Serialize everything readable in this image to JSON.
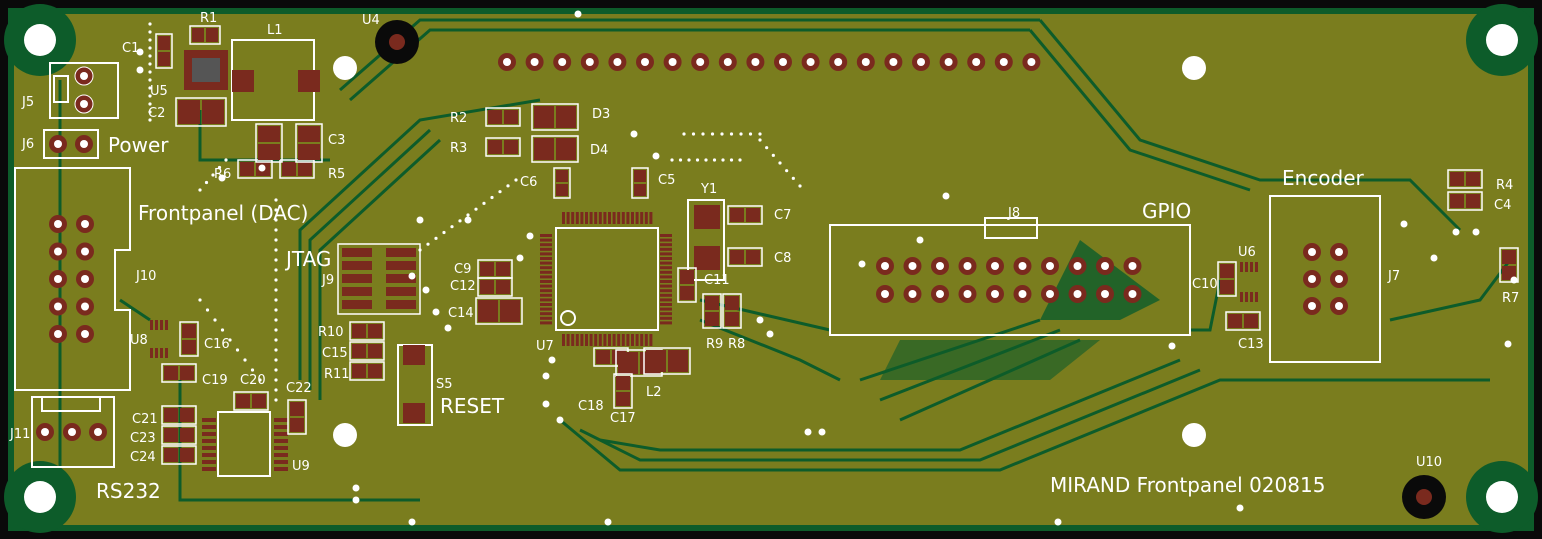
{
  "board": {
    "colors": {
      "pcb_edge": "#0a0a0a",
      "pour": "#7a7d1e",
      "trace": "#888a26",
      "clearance": "#0d5c2a",
      "pad": "#7a2a1e",
      "silk": "#ffffff",
      "hole": "#ffffff"
    },
    "section_labels": {
      "power": "Power",
      "frontpanel_dac": "Frontpanel (DAC)",
      "jtag": "JTAG",
      "reset": "RESET",
      "gpio": "GPIO",
      "encoder": "Encoder",
      "rs232": "RS232",
      "board_title": "MIRAND Frontpanel 020815"
    },
    "designators": {
      "r1": "R1",
      "l1": "L1",
      "u4": "U4",
      "c1": "C1",
      "u5": "U5",
      "c2": "C2",
      "j5": "J5",
      "j6": "J6",
      "c3": "C3",
      "r6": "R6",
      "r5": "R5",
      "r2": "R2",
      "r3": "R3",
      "d3": "D3",
      "d4": "D4",
      "c6": "C6",
      "c5": "C5",
      "y1": "Y1",
      "c7": "C7",
      "c8": "C8",
      "c11": "C11",
      "r9": "R9",
      "r8": "R8",
      "j8": "J8",
      "j9": "J9",
      "j10": "J10",
      "c9": "C9",
      "c12": "C12",
      "c14": "C14",
      "r10": "R10",
      "c15": "C15",
      "r11": "R11",
      "s5": "S5",
      "u7": "U7",
      "c18": "C18",
      "c17": "C17",
      "l2": "L2",
      "u8": "U8",
      "c16": "C16",
      "c19": "C19",
      "c20": "C20",
      "c22": "C22",
      "c21": "C21",
      "c23": "C23",
      "c24": "C24",
      "j11": "J11",
      "u9": "U9",
      "u6": "U6",
      "c10": "C10",
      "c13": "C13",
      "j7": "J7",
      "r4": "R4",
      "c4": "C4",
      "r7": "R7",
      "u10": "U10"
    }
  }
}
